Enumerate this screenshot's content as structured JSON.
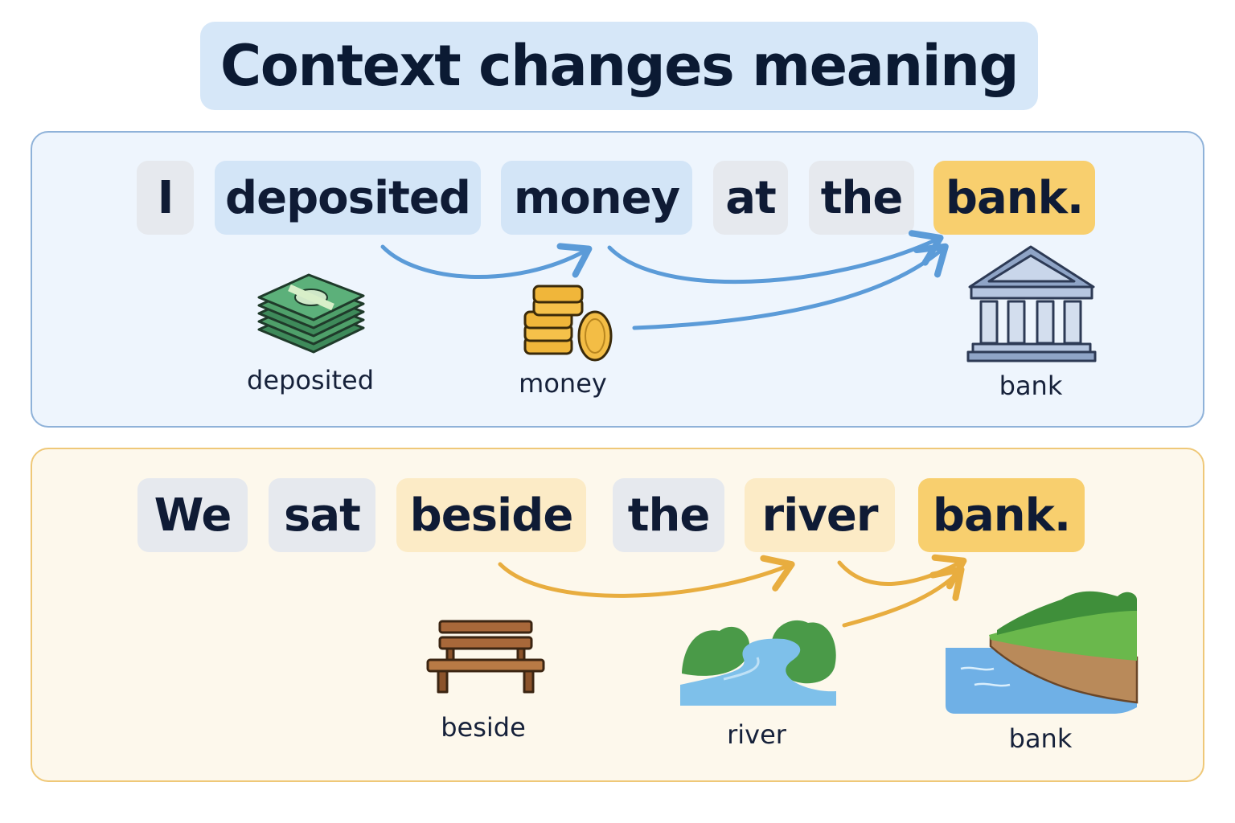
{
  "title": "Context changes meaning",
  "panel_money": {
    "tokens": [
      "I",
      "deposited",
      "money",
      "at",
      "the",
      "bank."
    ],
    "labels": {
      "deposited": "deposited",
      "money": "money",
      "bank": "bank"
    }
  },
  "panel_river": {
    "tokens": [
      "We",
      "sat",
      "beside",
      "the",
      "river",
      "bank."
    ],
    "labels": {
      "beside": "beside",
      "river": "river",
      "bank": "bank"
    }
  },
  "colors": {
    "blue_arrow": "#5b9bd8",
    "yellow_arrow": "#e8ad3f",
    "highlight_bank": "#f8cf6e"
  },
  "icons": [
    "cash-stack-icon",
    "coin-stack-icon",
    "bank-building-icon",
    "bench-icon",
    "river-icon",
    "riverbank-icon"
  ]
}
